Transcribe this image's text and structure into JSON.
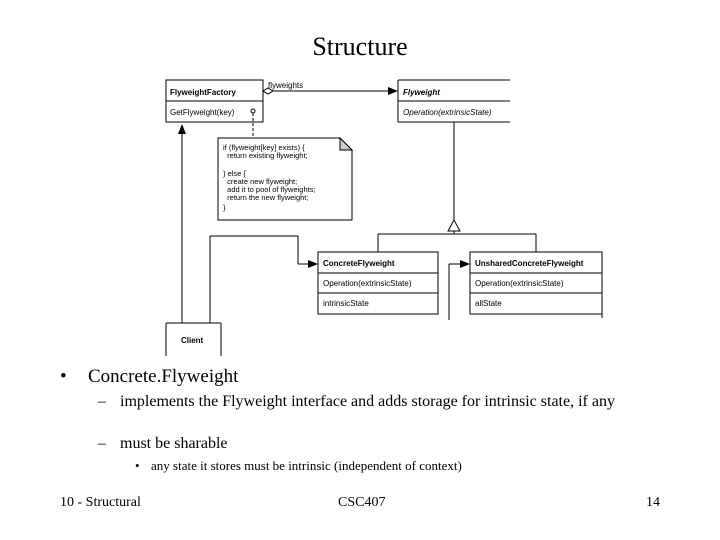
{
  "slide": {
    "title": "Structure",
    "bullet": "Concrete.Flyweight",
    "sub_items": [
      "implements the Flyweight interface and adds storage for intrinsic state, if any",
      "must be sharable"
    ],
    "sub_sub_item": "any state it stores must be intrinsic (independent of context)",
    "footer_left": "10 - Structural",
    "footer_center": "CSC407",
    "footer_right": "14"
  },
  "diagram": {
    "flyweight_factory": {
      "name": "FlyweightFactory",
      "operation": "GetFlyweight(key)"
    },
    "association_label": "flyweights",
    "flyweight": {
      "name": "Flyweight",
      "operation": "Operation(extrinsicState)"
    },
    "note_lines": [
      "if (flyweight[key] exists) {",
      "  return existing flyweight;",
      "} else {",
      "  create new flyweight;",
      "  add it to pool of flyweights;",
      "  return the new flyweight;",
      "}"
    ],
    "concrete_flyweight": {
      "name": "ConcreteFlyweight",
      "operation": "Operation(extrinsicState)",
      "attribute": "intrinsicState"
    },
    "unshared_concrete_flyweight": {
      "name": "UnsharedConcreteFlyweight",
      "operation": "Operation(extrinsicState)",
      "attribute": "allState"
    },
    "client": {
      "name": "Client"
    }
  }
}
